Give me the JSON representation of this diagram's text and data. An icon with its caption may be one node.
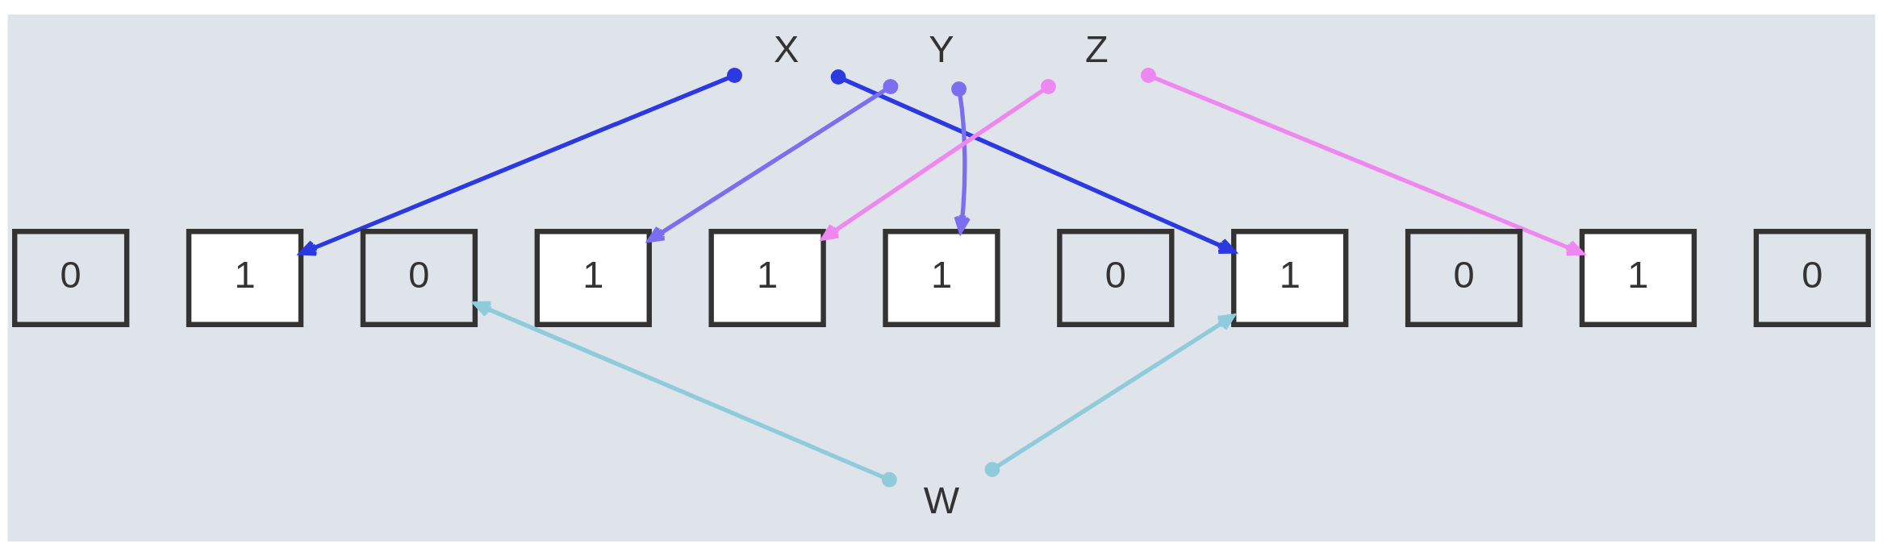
{
  "diagram": {
    "nodes": [
      {
        "text": [
          "X"
        ]
      },
      {
        "text": [
          "Y"
        ]
      },
      {
        "text": [
          "Z"
        ]
      },
      {
        "text": [
          "0"
        ]
      },
      {
        "text": [
          "1"
        ]
      },
      {
        "text": [
          "0"
        ]
      },
      {
        "text": [
          "1"
        ]
      },
      {
        "text": [
          "1"
        ]
      },
      {
        "text": [
          "1"
        ]
      },
      {
        "text": [
          "0"
        ]
      },
      {
        "text": [
          "1"
        ]
      },
      {
        "text": [
          "0"
        ]
      },
      {
        "text": [
          "1"
        ]
      },
      {
        "text": [
          "0"
        ]
      },
      {
        "text": [
          "W"
        ]
      }
    ],
    "edges": [
      {
        "from": 0,
        "to": 4,
        "arrow": "to",
        "color": "#2b3ae0"
      },
      {
        "from": 0,
        "to": 10,
        "arrow": "to",
        "color": "#2b3ae0"
      },
      {
        "from": 1,
        "to": 6,
        "arrow": "to",
        "color": "#7b6ff0"
      },
      {
        "from": 1,
        "to": 8,
        "arrow": "to",
        "color": "#7b6ff0"
      },
      {
        "from": 2,
        "to": 7,
        "arrow": "to",
        "color": "#ee88f0"
      },
      {
        "from": 2,
        "to": 12,
        "arrow": "to",
        "color": "#ee88f0"
      },
      {
        "from": 14,
        "to": 5,
        "arrow": "to",
        "color": "#90cbdc"
      },
      {
        "from": 14,
        "to": 10,
        "arrow": "to",
        "color": "#90cbdc"
      }
    ]
  }
}
